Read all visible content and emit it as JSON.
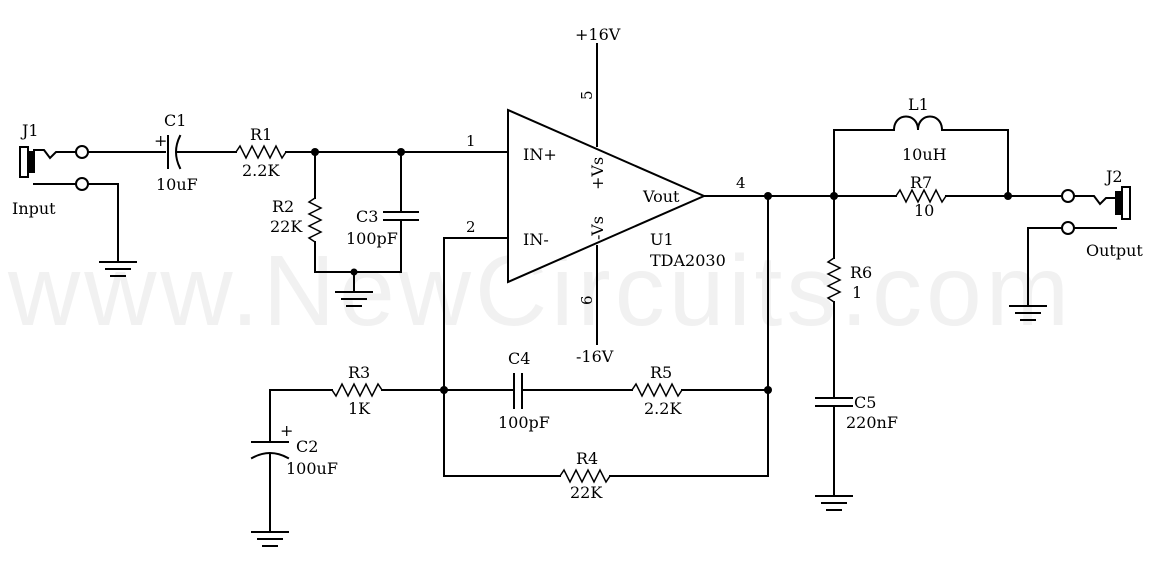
{
  "watermark": "www.NewCircuits.com",
  "supply": {
    "positive": "+16V",
    "negative": "-16V"
  },
  "amplifier": {
    "ref": "U1",
    "part": "TDA2030",
    "pins": {
      "in_plus": "IN+",
      "in_minus": "IN-",
      "out": "Vout",
      "vs_plus": "+Vs",
      "vs_minus": "-Vs"
    },
    "pin_numbers": {
      "in_plus": "1",
      "in_minus": "2",
      "out": "4",
      "vs_plus": "5",
      "vs_minus": "6"
    }
  },
  "connectors": {
    "J1": {
      "ref": "J1",
      "label": "Input"
    },
    "J2": {
      "ref": "J2",
      "label": "Output"
    }
  },
  "components": {
    "C1": {
      "ref": "C1",
      "value": "10uF",
      "polarity": "+"
    },
    "R1": {
      "ref": "R1",
      "value": "2.2K"
    },
    "R2": {
      "ref": "R2",
      "value": "22K"
    },
    "C3": {
      "ref": "C3",
      "value": "100pF"
    },
    "R3": {
      "ref": "R3",
      "value": "1K"
    },
    "C2": {
      "ref": "C2",
      "value": "100uF",
      "polarity": "+"
    },
    "C4": {
      "ref": "C4",
      "value": "100pF"
    },
    "R5": {
      "ref": "R5",
      "value": "2.2K"
    },
    "R4": {
      "ref": "R4",
      "value": "22K"
    },
    "L1": {
      "ref": "L1",
      "value": "10uH"
    },
    "R7": {
      "ref": "R7",
      "value": "10"
    },
    "R6": {
      "ref": "R6",
      "value": "1"
    },
    "C5": {
      "ref": "C5",
      "value": "220nF"
    }
  }
}
